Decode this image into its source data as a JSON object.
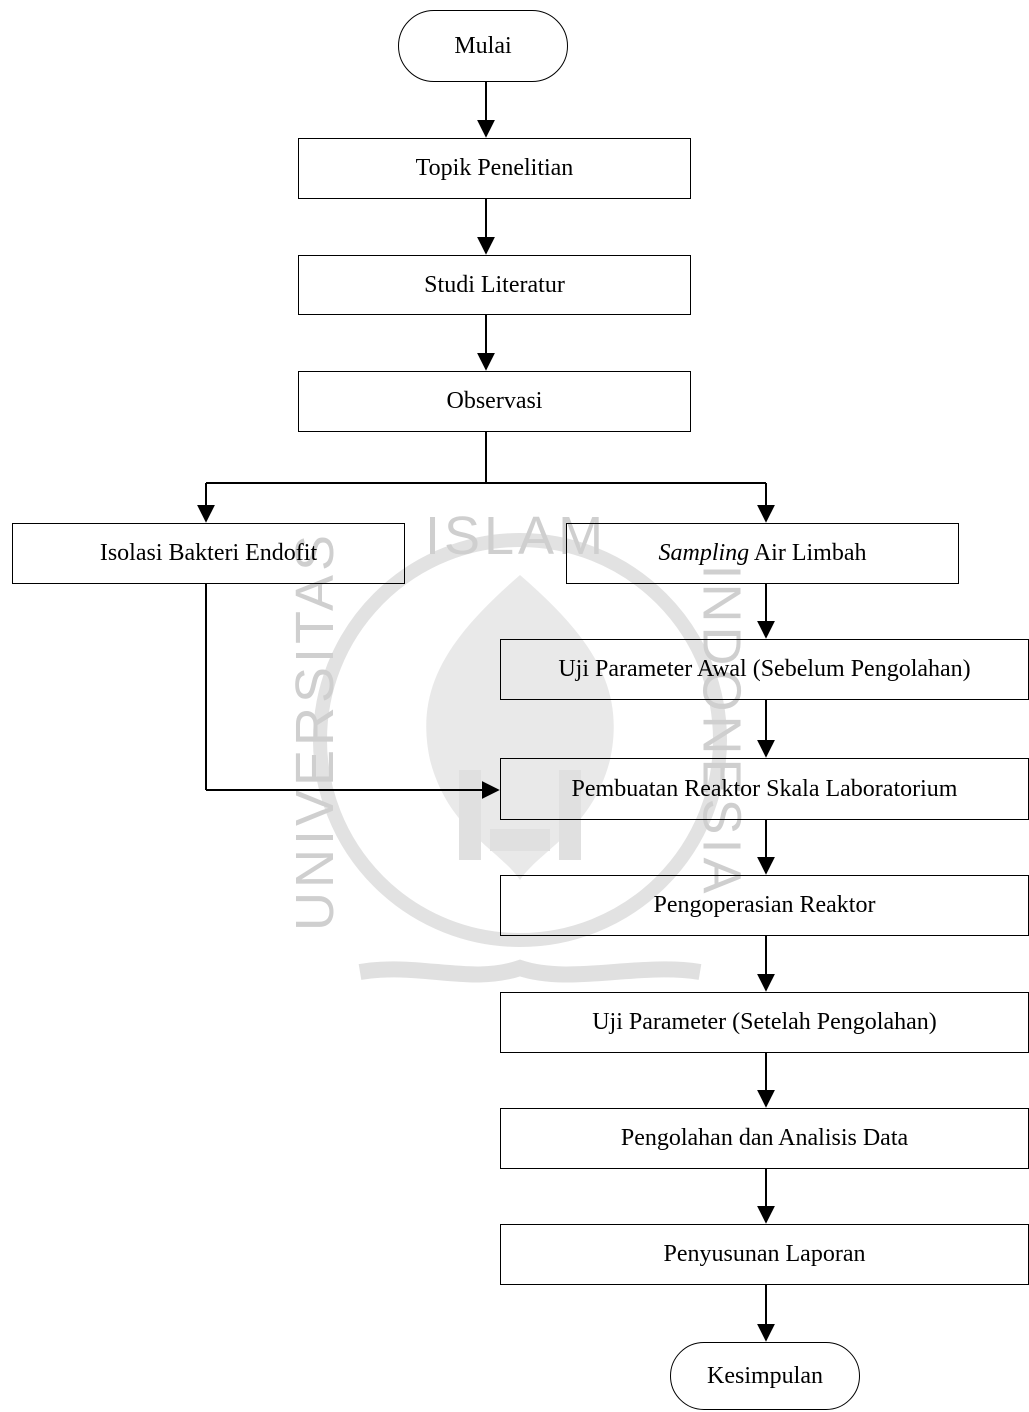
{
  "nodes": {
    "mulai": "Mulai",
    "topik": "Topik Penelitian",
    "studi": "Studi Literatur",
    "observasi": "Observasi",
    "isolasi": "Isolasi Bakteri Endofit",
    "sampling_italic": "Sampling",
    "sampling_rest": " Air Limbah",
    "uji_awal": "Uji Parameter Awal (Sebelum Pengolahan)",
    "pembuatan": "Pembuatan Reaktor Skala Laboratorium",
    "pengoperasian": "Pengoperasian Reaktor",
    "uji_setelah": "Uji Parameter (Setelah Pengolahan)",
    "pengolahan": "Pengolahan dan Analisis Data",
    "penyusunan": "Penyusunan Laporan",
    "kesimpulan": "Kesimpulan"
  },
  "watermark": {
    "top": "ISLAM",
    "left": "UNIVERSITAS",
    "right": "INDONESIA",
    "color": "#cfcfcf"
  }
}
